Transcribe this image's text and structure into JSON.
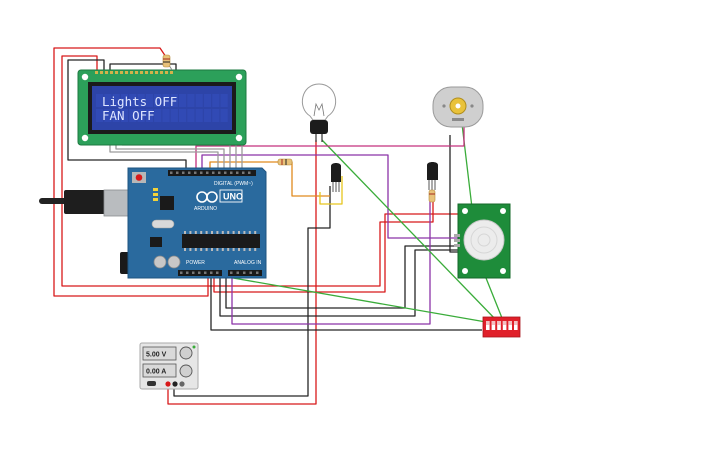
{
  "lcd": {
    "line1": "Lights OFF",
    "line2": "FAN OFF"
  },
  "arduino": {
    "model_label": "UNO",
    "brand_label": "ARDUINO",
    "digital_header": "DIGITAL (PWM~)",
    "power_header": "POWER",
    "analog_header": "ANALOG IN"
  },
  "power_supply": {
    "voltage": "5.00 V",
    "current": "0.00 A"
  },
  "wire_colors": {
    "red": "#d8191a",
    "black": "#262626",
    "purple": "#8b33a8",
    "green": "#3aac3a",
    "orange": "#e08a1e",
    "yellow": "#e6c51e",
    "grey": "#9a9a9a",
    "magenta": "#c4307d"
  },
  "component_colors": {
    "arduino_board": "#2a6a9e",
    "lcd_pcb": "#2ca05a",
    "lcd_screen": "#2d44a8",
    "pir_board": "#1e8c3a",
    "dip_switch": "#e0202a"
  }
}
